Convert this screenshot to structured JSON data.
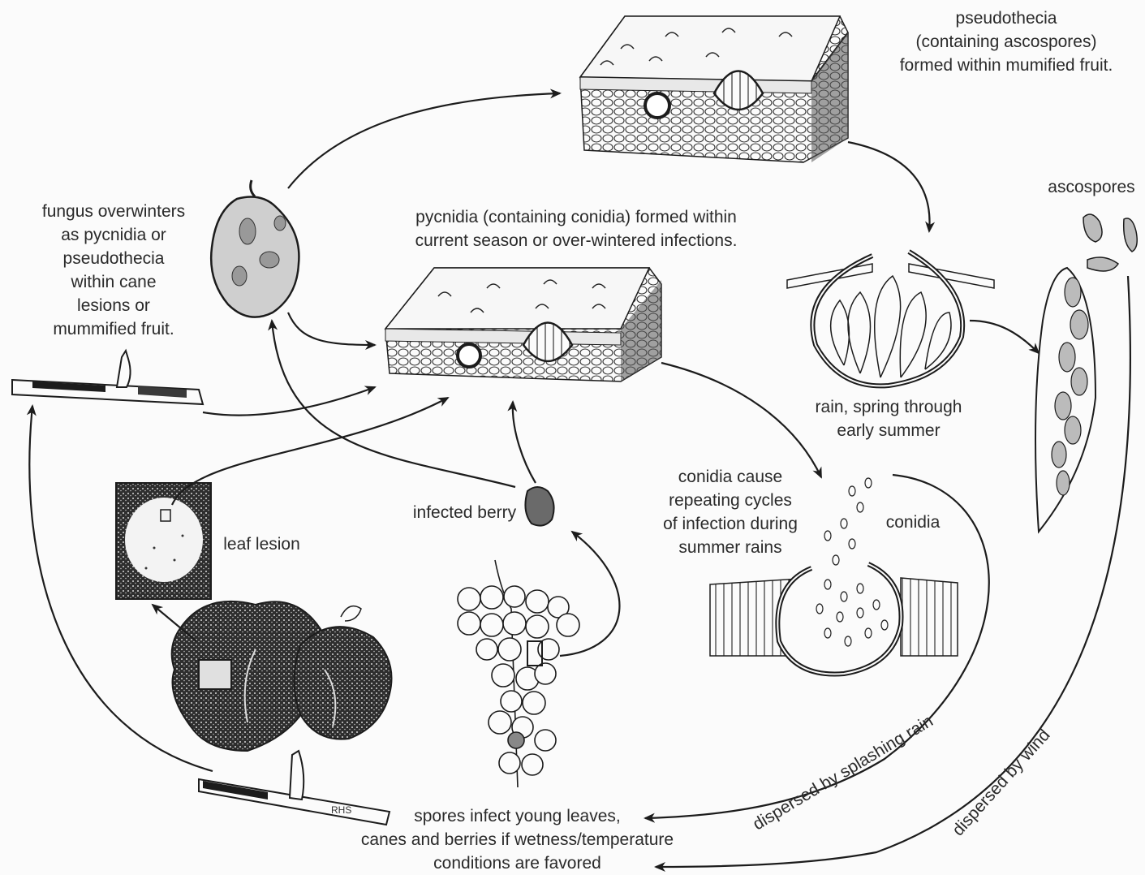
{
  "labels": {
    "pseudothecia": [
      "pseudothecia",
      "(containing ascospores)",
      "formed within mumified fruit."
    ],
    "ascospores": "ascospores",
    "overwinters": [
      "fungus overwinters",
      "as pycnidia or",
      "pseudothecia",
      "within cane",
      "lesions or",
      "mummified fruit."
    ],
    "pycnidia": [
      "pycnidia (containing conidia) formed within",
      "current season or over-wintered infections."
    ],
    "rain": [
      "rain, spring through",
      "early summer"
    ],
    "conidia_cause": [
      "conidia cause",
      "repeating cycles",
      "of infection during",
      "summer rains"
    ],
    "conidia": "conidia",
    "infected_berry": "infected berry",
    "leaf_lesion": "leaf lesion",
    "spores_infect": [
      "spores infect young leaves,",
      "canes and berries if wetness/temperature",
      "conditions are favored"
    ],
    "splash": "dispersed by splashing rain",
    "wind": "dispersed by wind",
    "initials": "RHS"
  },
  "colors": {
    "ink": "#1c1c1c",
    "paper": "#fbfbfb",
    "fill_dark": "#3a3a3a"
  }
}
